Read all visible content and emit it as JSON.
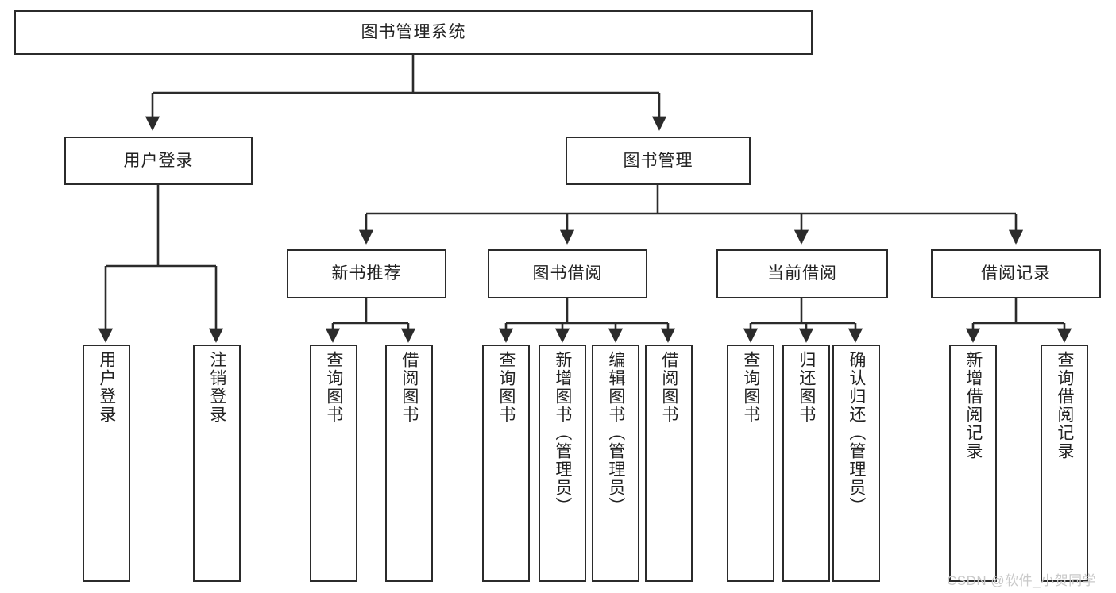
{
  "diagram": {
    "type": "tree-hierarchy-chart",
    "title": "图书管理系统",
    "watermark": "CSDN @软件_小贺同学",
    "colors": {
      "border": "#2b2b2b",
      "background": "#ffffff",
      "text": "#222222",
      "watermark": "#c9c9c9"
    },
    "levels": {
      "root": {
        "label": "图书管理系统"
      },
      "level2": [
        {
          "label": "用户登录"
        },
        {
          "label": "图书管理"
        }
      ],
      "level3": [
        {
          "label": "新书推荐"
        },
        {
          "label": "图书借阅"
        },
        {
          "label": "当前借阅"
        },
        {
          "label": "借阅记录"
        }
      ],
      "leaves_user_login": [
        {
          "label": "用户登录"
        },
        {
          "label": "注销登录"
        }
      ],
      "leaves_new_book": [
        {
          "label": "查询图书"
        },
        {
          "label": "借阅图书"
        }
      ],
      "leaves_borrow": [
        {
          "label": "查询图书"
        },
        {
          "label": "新增图书（管理员）"
        },
        {
          "label": "编辑图书（管理员）"
        },
        {
          "label": "借阅图书"
        }
      ],
      "leaves_current": [
        {
          "label": "查询图书"
        },
        {
          "label": "归还图书"
        },
        {
          "label": "确认归还（管理员）"
        }
      ],
      "leaves_records": [
        {
          "label": "新增借阅记录"
        },
        {
          "label": "查询借阅记录"
        }
      ]
    }
  }
}
